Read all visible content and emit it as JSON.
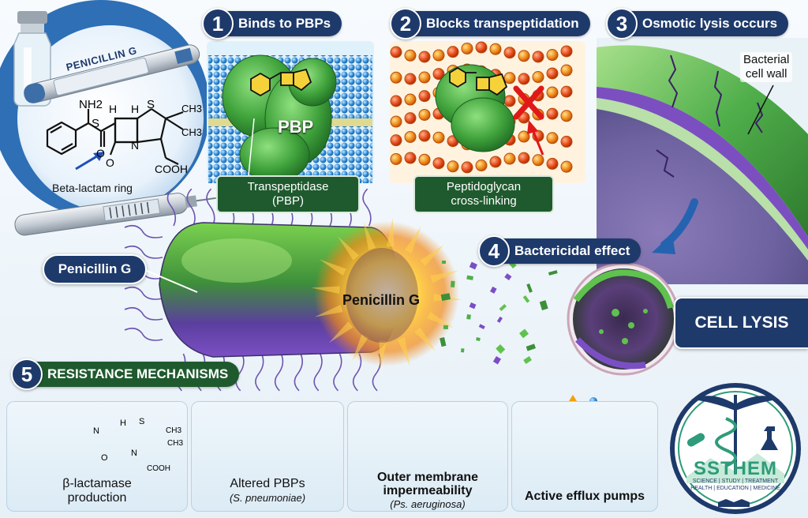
{
  "vial": {
    "label": "PENICILLIN G",
    "ring_label": "Beta-lactam ring",
    "atoms": {
      "nh2": "NH2",
      "s1": "S",
      "s2": "S",
      "h1": "H",
      "h2": "H",
      "n": "N",
      "o": "O",
      "ch3a": "CH3",
      "ch3b": "CH3",
      "cooh": "COOH",
      "o2": "O"
    }
  },
  "steps": [
    {
      "number": "1",
      "title": "Binds to PBPs",
      "label_line1": "Transpeptidase",
      "label_line2": "(PBP)",
      "protein": "PBP"
    },
    {
      "number": "2",
      "title": "Blocks transpeptidation",
      "label_line1": "Peptidoglycan",
      "label_line2": "cross-linking"
    },
    {
      "number": "3",
      "title": "Osmotic lysis occurs",
      "wall_label_line1": "Bacterial",
      "wall_label_line2": "cell wall"
    },
    {
      "number": "4",
      "title": "Bactericidal effect",
      "result": "CELL LYSIS"
    }
  ],
  "bacterium": {
    "drug_label": "Penicillin G",
    "burst_label": "Penicillin G"
  },
  "resistance": {
    "number": "5",
    "title": "RESISTANCE MECHANISMS",
    "items": [
      {
        "label_line1": "β-lactamase",
        "label_line2": "production",
        "sub": "",
        "atoms": {
          "n": "N",
          "h": "H",
          "s": "S",
          "ch3a": "CH3",
          "ch3b": "CH3",
          "cooh": "COOH",
          "o": "O",
          "nh": "N"
        }
      },
      {
        "label_line1": "Altered PBPs",
        "label_line2": "",
        "sub": "(S. pneumoniae)"
      },
      {
        "label_line1": "Outer membrane",
        "label_line2": "impermeability",
        "sub": "(Ps. aeruginosa)"
      },
      {
        "label_line1": "Active efflux pumps",
        "label_line2": "",
        "sub": ""
      }
    ]
  },
  "logo": {
    "name": "SSTHEM",
    "line1": "SCIENCE | STUDY | TREATMENT",
    "line2": "HEALTH | EDUCATION | MEDICINE"
  }
}
